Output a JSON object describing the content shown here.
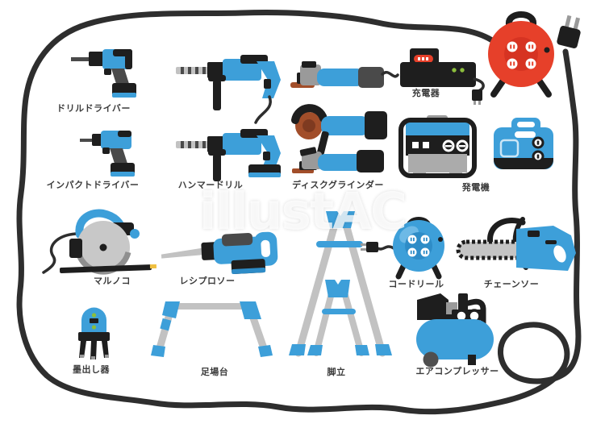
{
  "watermark": {
    "text": "illustAC"
  },
  "colors": {
    "tool_blue": "#3D9FD9",
    "tool_blue_dark": "#2E8CC7",
    "black": "#1E1E1E",
    "cord": "#2E2E2E",
    "reel_red": "#E6402A",
    "reel_red_dark": "#D63322",
    "metal_gray": "#C2C2C2",
    "mid_gray": "#9A9A9A",
    "dark_gray": "#4A4A4A",
    "disc_brown": "#A24E2A",
    "led_green": "#8CBE3C",
    "accent_yellow": "#F0C040",
    "label_text": "#3B3B3B",
    "background": "#FFFFFF"
  },
  "tools": [
    {
      "id": "drill-driver",
      "label": "ドリルドライバー"
    },
    {
      "id": "impact-driver",
      "label": "インパクトドライバー"
    },
    {
      "id": "hammer-drill",
      "label": "ハンマードリル"
    },
    {
      "id": "disc-grinder",
      "label": "ディスクグラインダー"
    },
    {
      "id": "charger",
      "label": "充電器"
    },
    {
      "id": "generator",
      "label": "発電機"
    },
    {
      "id": "circular-saw",
      "label": "マルノコ"
    },
    {
      "id": "recipro-saw",
      "label": "レシプロソー"
    },
    {
      "id": "cord-reel",
      "label": "コードリール"
    },
    {
      "id": "chainsaw",
      "label": "チェーンソー"
    },
    {
      "id": "laser-marker",
      "label": "墨出し器"
    },
    {
      "id": "scaffold",
      "label": "足場台"
    },
    {
      "id": "stepladder",
      "label": "脚立"
    },
    {
      "id": "air-compressor",
      "label": "エアコンプレッサー"
    }
  ]
}
